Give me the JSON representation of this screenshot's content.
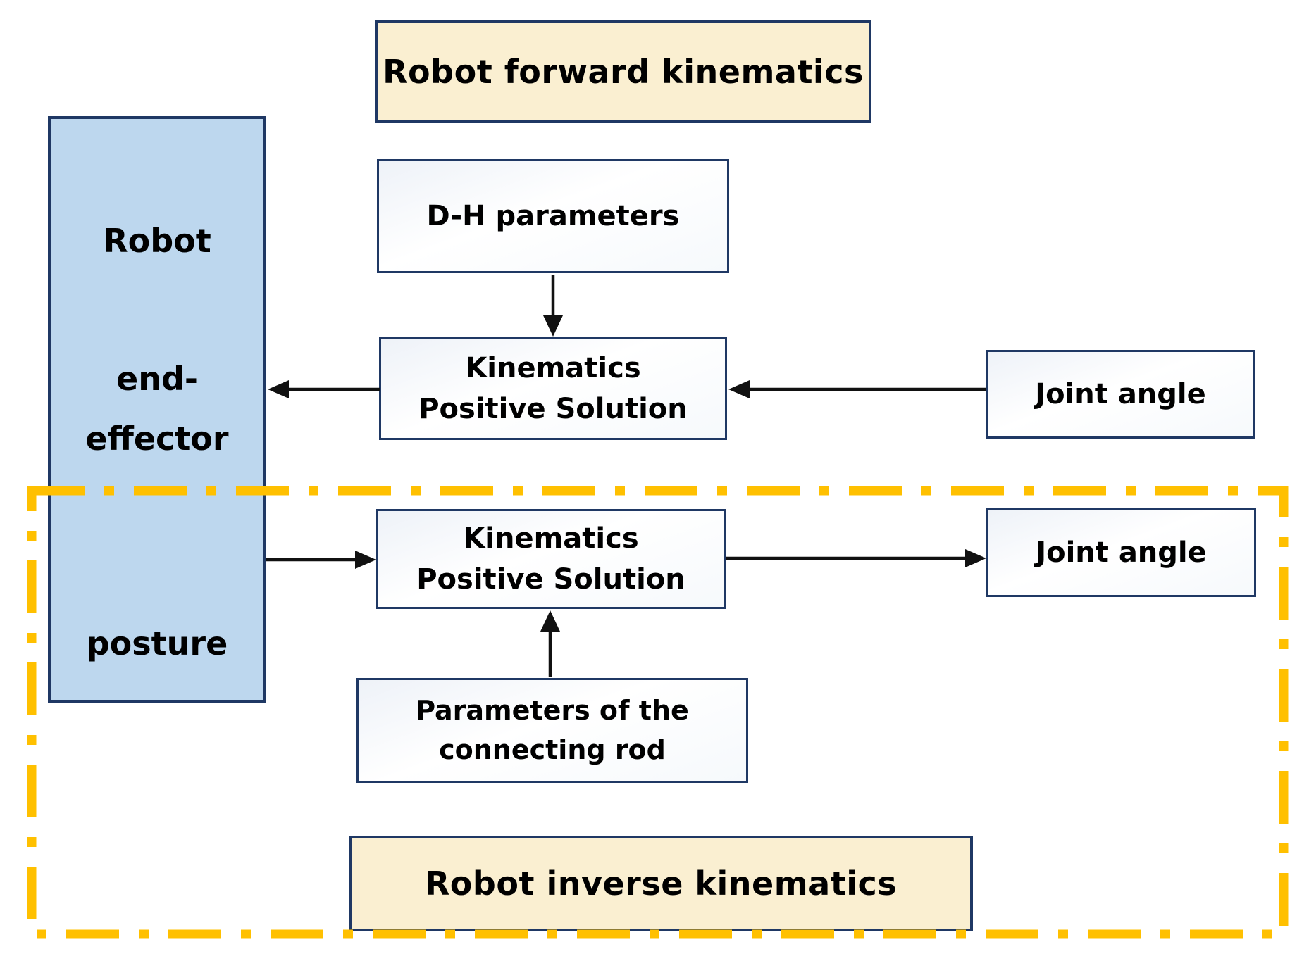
{
  "titles": {
    "forward": "Robot forward kinematics",
    "inverse": "Robot inverse kinematics"
  },
  "end_effector_panel": {
    "lines": [
      "Robot",
      "end-",
      "effector",
      "posture"
    ]
  },
  "boxes": {
    "dh_parameters": {
      "label": "D-H parameters"
    },
    "kinematics_forward": {
      "label": "Kinematics\nPositive Solution"
    },
    "joint_angle_top": {
      "label": "Joint angle"
    },
    "kinematics_inverse": {
      "label": "Kinematics\nPositive Solution"
    },
    "joint_angle_bottom": {
      "label": "Joint angle"
    },
    "connecting_rod": {
      "label": "Parameters of the\nconnecting rod"
    }
  },
  "colors": {
    "title_cream": "#FAEFD1",
    "panel_blue": "#BDD7EE",
    "border_navy": "#1F3864",
    "dash_gold": "#FFC000",
    "arrow_black": "#111111"
  }
}
